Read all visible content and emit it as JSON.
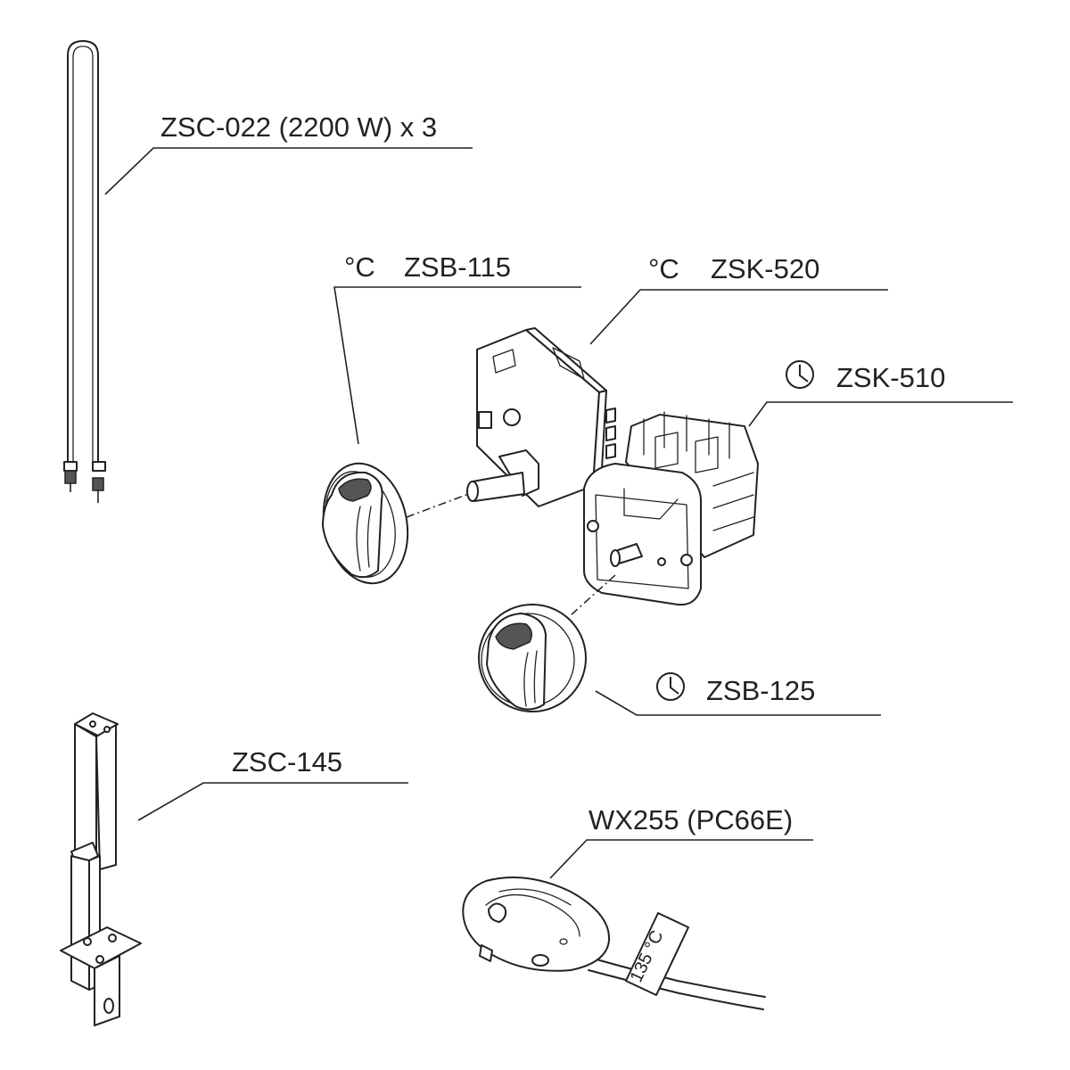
{
  "diagram": {
    "parts": [
      {
        "id": "heater",
        "code": "ZSC-022 (2200 W) x 3",
        "symbol": ""
      },
      {
        "id": "thermostat-knob",
        "code": "ZSB-115",
        "symbol": "°C"
      },
      {
        "id": "thermostat",
        "code": "ZSK-520",
        "symbol": "°C"
      },
      {
        "id": "timer",
        "code": "ZSK-510",
        "symbol": "clock"
      },
      {
        "id": "timer-knob",
        "code": "ZSB-125",
        "symbol": "clock"
      },
      {
        "id": "bracket",
        "code": "ZSC-145",
        "symbol": ""
      },
      {
        "id": "safety-cutout",
        "code": "WX255 (PC66E)",
        "symbol": "",
        "tag": "135 °C"
      }
    ]
  }
}
